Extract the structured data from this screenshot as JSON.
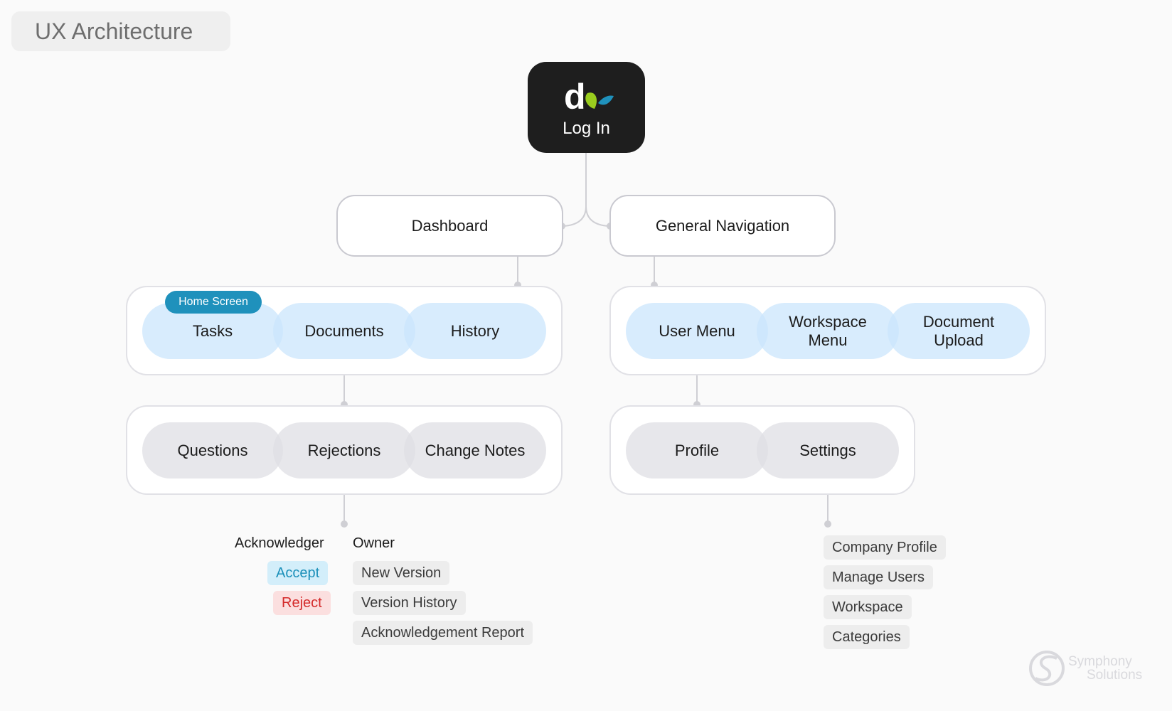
{
  "title": "UX Architecture",
  "login": {
    "label": "Log In",
    "logo_letter": "d"
  },
  "nodes": {
    "dashboard": "Dashboard",
    "general_navigation": "General Navigation"
  },
  "dashboard_group": {
    "badge": "Home Screen",
    "items": [
      "Tasks",
      "Documents",
      "History"
    ]
  },
  "navigation_group": {
    "items": [
      "User Menu",
      "Workspace\nMenu",
      "Document\nUpload"
    ]
  },
  "tasks_group": {
    "items": [
      "Questions",
      "Rejections",
      "Change Notes"
    ]
  },
  "user_menu_group": {
    "items": [
      "Profile",
      "Settings"
    ]
  },
  "acknowledger": {
    "heading": "Acknowledger",
    "accept": "Accept",
    "reject": "Reject"
  },
  "owner": {
    "heading": "Owner",
    "items": [
      "New Version",
      "Version History",
      "Acknowledgement Report"
    ]
  },
  "settings_items": [
    "Company Profile",
    "Manage Users",
    "Workspace",
    "Categories"
  ],
  "brand": {
    "line1": "Symphony",
    "line2": "Solutions"
  },
  "colors": {
    "accent_blue": "#1f91bc",
    "logo_green": "#9acd1e",
    "logo_blue": "#1f91bc",
    "reject_red": "#d42a2a",
    "pill_blue": "#cbe6fc",
    "pill_grey": "#dfdfe4"
  }
}
